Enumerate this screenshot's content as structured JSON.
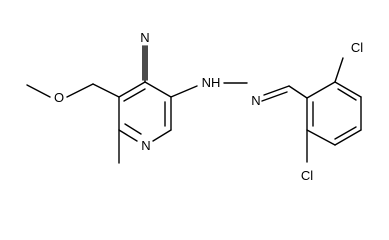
{
  "atom_labels": {
    "nitrile_n": "N",
    "ring_n": "N",
    "hydrazine_nh": "NH",
    "hydrazone_n": "N",
    "ether_o": "O",
    "cl_top": "Cl",
    "cl_bottom": "Cl"
  },
  "colors": {
    "bond": "#000000",
    "label": "#000000",
    "background": "#ffffff"
  }
}
